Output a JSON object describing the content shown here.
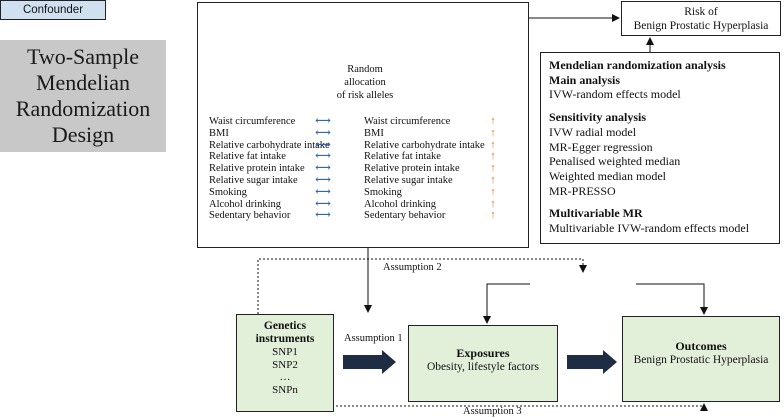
{
  "design": {
    "lines": [
      "Two-Sample",
      "Mendelian",
      "Randomization",
      "Design"
    ]
  },
  "randomization": {
    "caption_line1": "Random allocation",
    "caption_line2": "of risk alleles",
    "left_traits": [
      "Waist circumference",
      "BMI",
      "Relative carbohydrate intake",
      "Relative fat intake",
      "Relative protein intake",
      "Relative sugar intake",
      "Smoking",
      "Alcohol drinking",
      "Sedentary behavior"
    ],
    "right_traits": [
      "Waist circumference",
      "BMI",
      "Relative carbohydrate intake",
      "Relative fat intake",
      "Relative protein intake",
      "Relative sugar intake",
      "Smoking",
      "Alcohol drinking",
      "Sedentary behavior"
    ]
  },
  "risk": {
    "line1": "Risk of",
    "line2": "Benign Prostatic Hyperplasia"
  },
  "mr_analysis": {
    "title": "Mendelian randomization analysis",
    "main_heading": "Main analysis",
    "main_items": [
      "IVW-random effects model"
    ],
    "sensitivity_heading": "Sensitivity analysis",
    "sensitivity_items": [
      "IVW radial model",
      "MR-Egger regression",
      "Penalised weighted median",
      "Weighted median model",
      "MR-PRESSO"
    ],
    "multivariable_heading": "Multivariable MR",
    "multivariable_items": [
      "Multivariable IVW-random effects model"
    ]
  },
  "confounder": "Confounder",
  "genetics": {
    "title": "Genetics instruments",
    "items": [
      "SNP1",
      "SNP2",
      "…",
      "SNPn"
    ]
  },
  "exposures": {
    "title": "Exposures",
    "subtitle": "Obesity, lifestyle factors"
  },
  "outcomes": {
    "title": "Outcomes",
    "subtitle": "Benign Prostatic Hyperplasia"
  },
  "assumptions": {
    "a1": "Assumption 1",
    "a2": "Assumption 2",
    "a3": "Assumption 3"
  },
  "colors": {
    "blue_arrow": "#2f67b1",
    "orange_arrow": "#e07a2c",
    "green_box": "#e2efd9",
    "confounder": "#cfe0f1",
    "label_bg": "#c8c8c8",
    "helix_green": "#3e8f57",
    "helix_red": "#c23a2e",
    "helix_gold": "#c99a3a"
  }
}
